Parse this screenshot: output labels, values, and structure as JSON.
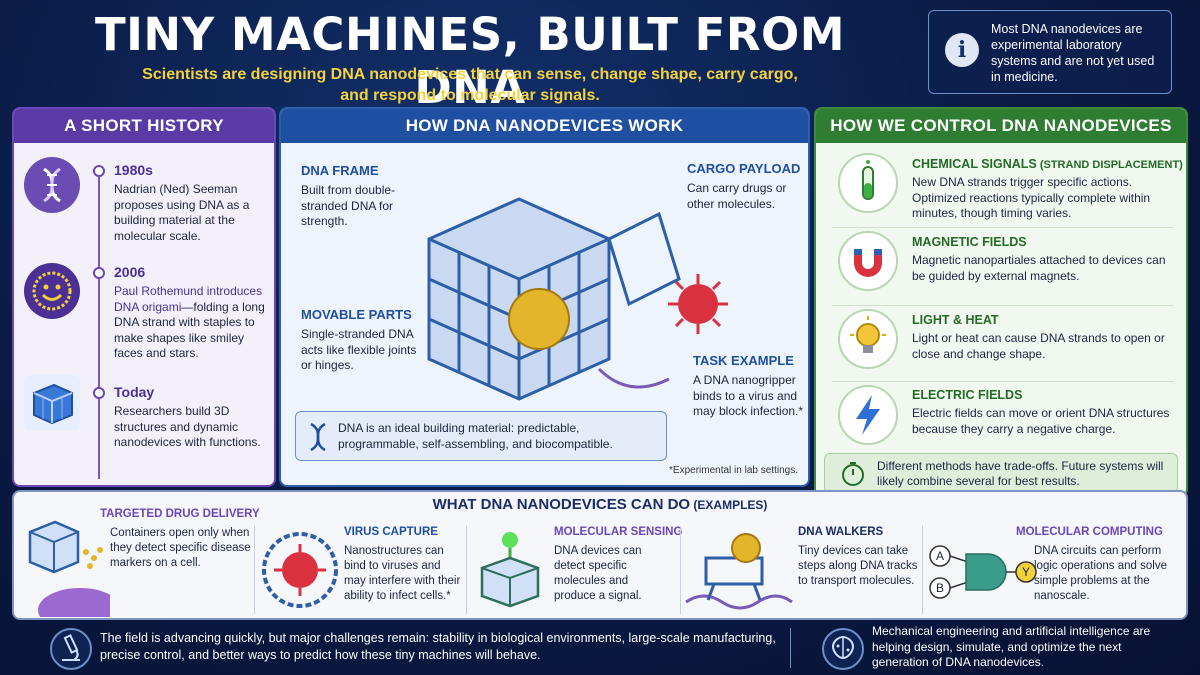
{
  "header": {
    "title": "TINY MACHINES, BUILT FROM DNA",
    "subtitle_line1": "Scientists are designing DNA nanodevices that can sense, change shape, carry cargo,",
    "subtitle_line2": "and respond to molecular signals.",
    "notice": "Most DNA nanodevices are experimental laboratory systems and are not yet used in medicine.",
    "notice_icon": "info-icon"
  },
  "history": {
    "title": "A SHORT HISTORY",
    "items": [
      {
        "year": "1980s",
        "text": "Nadrian (Ned) Seeman proposes using DNA as a building material at the molecular scale.",
        "icon": "dna-helix-icon"
      },
      {
        "year": "2006",
        "text_pre": "Paul Rothemund introduces ",
        "text_link": "DNA origami",
        "text_post": "—folding a long DNA strand with staples to make shapes like smiley faces and stars.",
        "icon": "smiley-origami-icon"
      },
      {
        "year": "Today",
        "text": "Researchers build 3D structures and dynamic nanodevices with functions.",
        "icon": "dna-cube-icon"
      }
    ]
  },
  "work": {
    "title": "HOW DNA NANODEVICES WORK",
    "frame_label": "DNA FRAME",
    "frame_text": "Built from double-stranded DNA for strength.",
    "cargo_label": "CARGO PAYLOAD",
    "cargo_text": "Can carry drugs or other molecules.",
    "parts_label": "MOVABLE PARTS",
    "parts_text": "Single-stranded DNA acts like flexible joints or hinges.",
    "task_label": "TASK EXAMPLE",
    "task_text": "A DNA nanogripper binds to a virus and may block infection.*",
    "callout": "DNA is an ideal building material: predictable, programmable, self-assembling, and biocompatible.",
    "footnote": "*Experimental in lab settings."
  },
  "control": {
    "title": "HOW WE CONTROL DNA NANODEVICES",
    "items": [
      {
        "head": "CHEMICAL SIGNALS",
        "head_small": " (STRAND DISPLACEMENT)",
        "text": "New DNA strands trigger specific actions. Optimized reactions typically complete within minutes, though timing varies.",
        "icon": "test-tube-icon"
      },
      {
        "head": "MAGNETIC FIELDS",
        "head_small": "",
        "text": "Magnetic nanopartiales attached to devices can be guided by external magnets.",
        "icon": "magnet-icon"
      },
      {
        "head": "LIGHT & HEAT",
        "head_small": "",
        "text": "Light or heat can cause DNA strands to open or close and change shape.",
        "icon": "light-bulb-icon"
      },
      {
        "head": "ELECTRIC FIELDS",
        "head_small": "",
        "text": "Electric fields can move or orient DNA structures because they carry a negative charge.",
        "icon": "lightning-icon"
      }
    ],
    "tradeoff": "Different methods have trade-offs. Future systems will likely combine several for best results."
  },
  "examples": {
    "title": "WHAT DNA NANODEVICES CAN DO",
    "title_small": " (EXAMPLES)",
    "items": [
      {
        "head": "TARGETED DRUG DELIVERY",
        "text": "Containers open only when they detect specific disease markers on a cell."
      },
      {
        "head": "VIRUS CAPTURE",
        "text": "Nanostructures can bind to viruses and may interfere with their ability to infect cells.*"
      },
      {
        "head": "MOLECULAR SENSING",
        "text": "DNA devices can detect specific molecules and produce a signal."
      },
      {
        "head": "DNA WALKERS",
        "text": "Tiny devices can take steps along DNA tracks to transport molecules."
      },
      {
        "head": "MOLECULAR COMPUTING",
        "text": "DNA circuits can perform logic operations and solve simple problems at the nanoscale.",
        "gate_a": "A",
        "gate_b": "B",
        "gate_y": "Y"
      }
    ]
  },
  "footer": {
    "left": "The field is advancing quickly, but major challenges remain: stability in biological environments, large-scale manufacturing, precise control, and better ways to predict how these tiny machines will behave.",
    "right": "Mechanical engineering and artificial intelligence are helping design, simulate, and optimize the next generation of DNA nanodevices."
  },
  "colors": {
    "history": "#5a3aa5",
    "work": "#1f4fa0",
    "control": "#2f7d32",
    "accent_yellow": "#f3d23c"
  }
}
